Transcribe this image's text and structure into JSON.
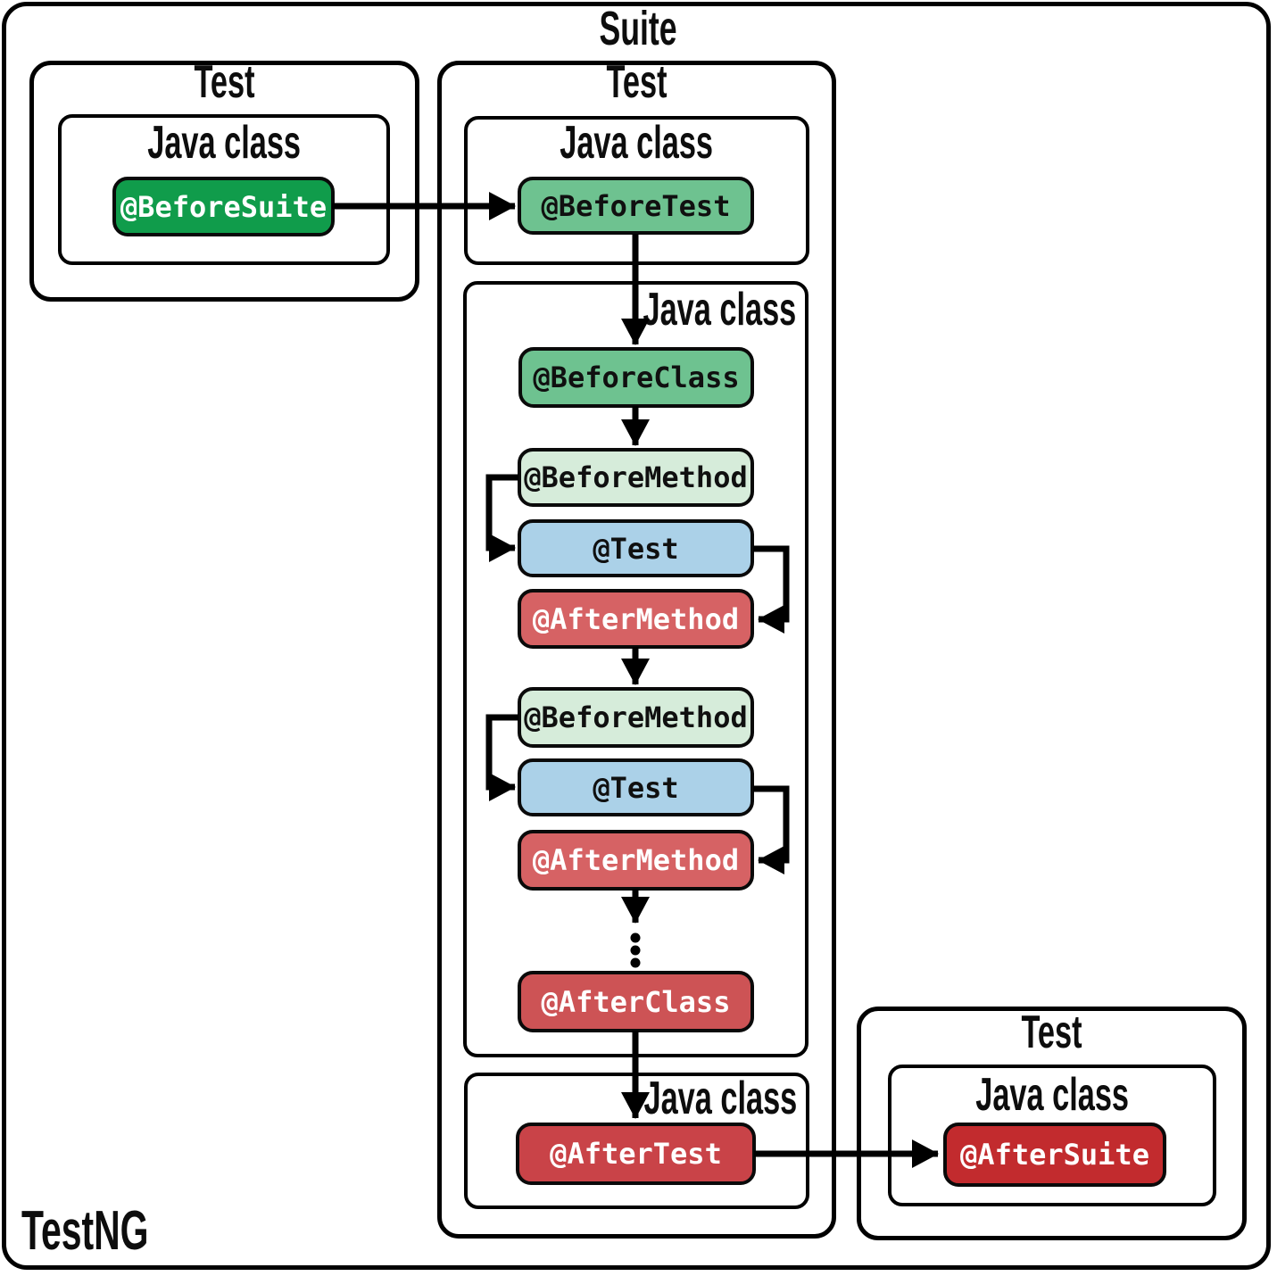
{
  "diagram": {
    "suite_label": "Suite",
    "brand_label": "TestNG",
    "test_label": "Test",
    "java_class_label": "Java class",
    "nodes": {
      "before_suite": {
        "label": "@BeforeSuite",
        "bg": "#109c4b",
        "fg": "#ffffff"
      },
      "before_test": {
        "label": "@BeforeTest",
        "bg": "#6ec290",
        "fg": "#101010"
      },
      "before_class": {
        "label": "@BeforeClass",
        "bg": "#6ec290",
        "fg": "#101010"
      },
      "before_method": {
        "label": "@BeforeMethod",
        "bg": "#d6ecda",
        "fg": "#101010"
      },
      "test": {
        "label": "@Test",
        "bg": "#abd1e8",
        "fg": "#101010"
      },
      "after_method": {
        "label": "@AfterMethod",
        "bg": "#d66264",
        "fg": "#ffffff"
      },
      "after_class": {
        "label": "@AfterClass",
        "bg": "#cd5355",
        "fg": "#ffffff"
      },
      "after_test": {
        "label": "@AfterTest",
        "bg": "#c94348",
        "fg": "#ffffff"
      },
      "after_suite": {
        "label": "@AfterSuite",
        "bg": "#c22b2e",
        "fg": "#ffffff"
      }
    }
  }
}
